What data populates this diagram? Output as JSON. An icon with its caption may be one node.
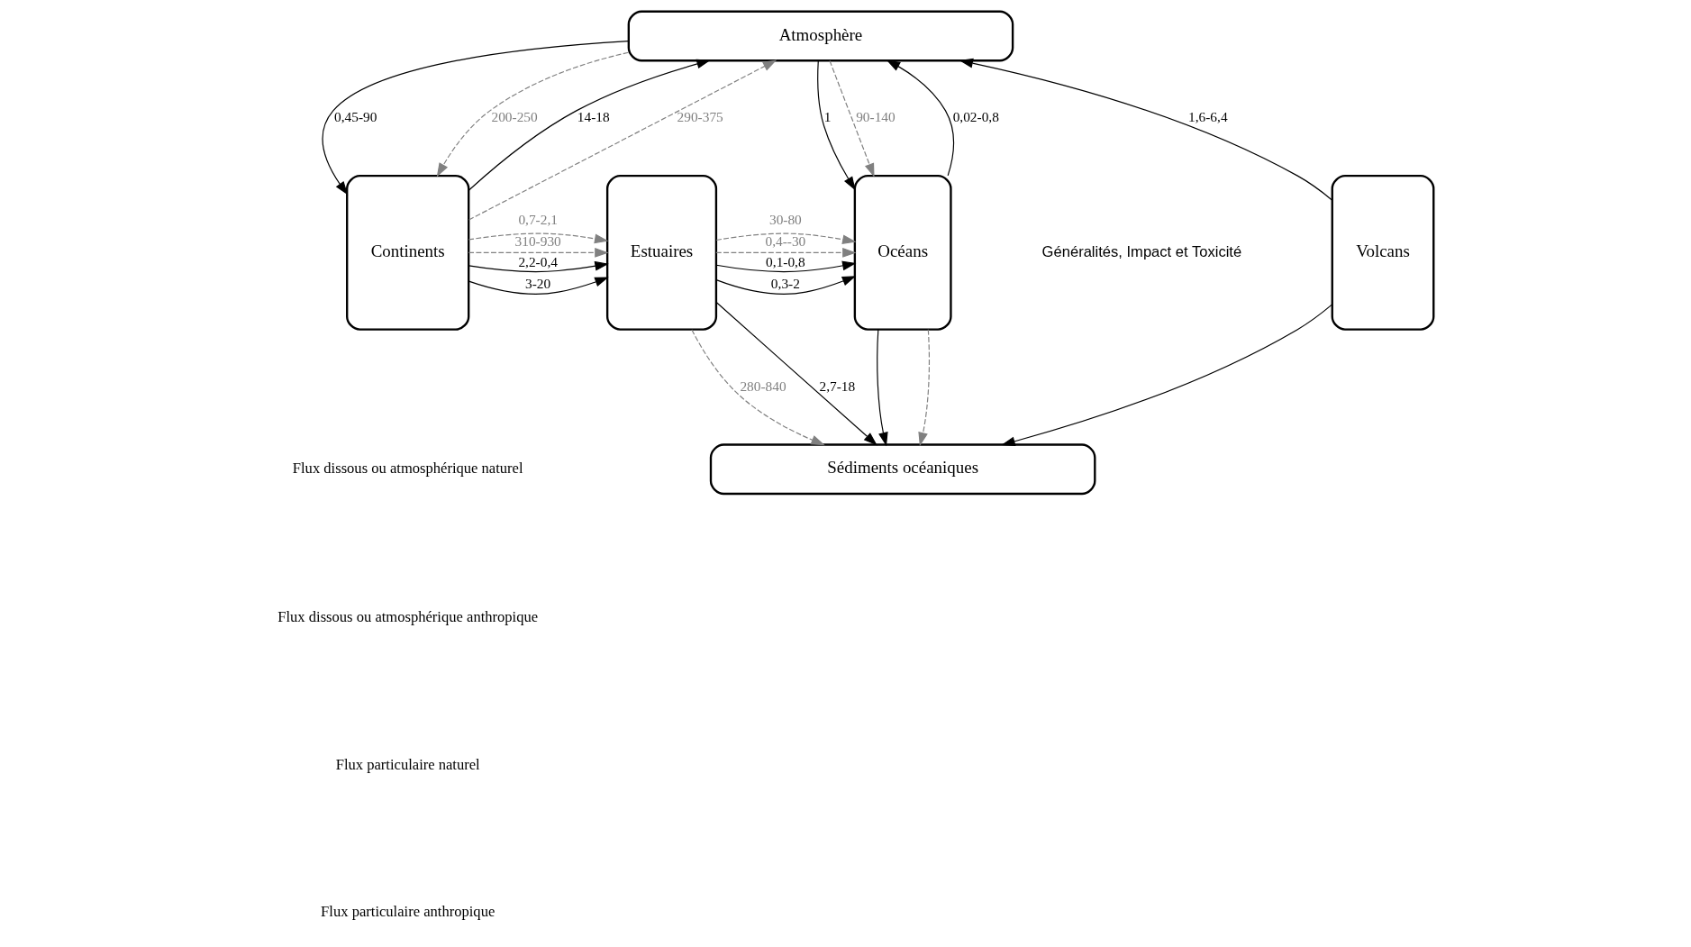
{
  "diagram": {
    "nodes": [
      {
        "text": [
          "Atmosphère"
        ]
      },
      {
        "text": [
          "Continents"
        ]
      },
      {
        "text": [
          "Estuaires"
        ]
      },
      {
        "text": [
          "Océans"
        ]
      },
      {
        "text": [
          "Volcans"
        ]
      },
      {
        "text": [
          "Sédiments océaniques"
        ]
      }
    ],
    "edges": [
      {
        "from": 1,
        "to": 0,
        "arrow": "to",
        "label": "14-18"
      },
      {
        "from": 1,
        "to": 0,
        "arrow": "to",
        "label": "290-375",
        "style": "dashed",
        "color": "#808080"
      },
      {
        "from": 0,
        "to": 1,
        "arrow": "to",
        "label": "0,45-90"
      },
      {
        "from": 0,
        "to": 1,
        "arrow": "to",
        "label": "200-250",
        "style": "dashed",
        "color": "#808080"
      },
      {
        "from": 1,
        "to": 2,
        "arrow": "to",
        "label": "2,2-0,4"
      },
      {
        "from": 1,
        "to": 2,
        "arrow": "to",
        "label": "0,7-2,1",
        "style": "dashed",
        "color": "#808080"
      },
      {
        "from": 1,
        "to": 2,
        "arrow": "to",
        "label": "310-930",
        "style": "dashed",
        "color": "#808080"
      },
      {
        "from": 1,
        "to": 2,
        "arrow": "to",
        "label": "3-20"
      },
      {
        "from": 2,
        "to": 3,
        "arrow": "to",
        "label": "0,1-0,8"
      },
      {
        "from": 2,
        "to": 3,
        "arrow": "to",
        "label": "0,4--30",
        "style": "dashed",
        "color": "#808080"
      },
      {
        "from": 2,
        "to": 3,
        "arrow": "to",
        "label": "30-80",
        "style": "dashed",
        "color": "#808080"
      },
      {
        "from": 2,
        "to": 3,
        "arrow": "to",
        "label": "0,3-2"
      },
      {
        "from": 3,
        "to": 0,
        "arrow": "to",
        "label": "0,02-0,8"
      },
      {
        "from": 0,
        "to": 3,
        "arrow": "to",
        "label": "1"
      },
      {
        "from": 0,
        "to": 3,
        "arrow": "to",
        "label": "90-140",
        "style": "dashed",
        "color": "#808080"
      },
      {
        "from": 4,
        "to": 0,
        "arrow": "to",
        "label": "1,6-6,4"
      },
      {
        "from": 2,
        "to": 5,
        "arrow": "to",
        "label": "2,7-18"
      },
      {
        "from": 2,
        "to": 5,
        "arrow": "to",
        "label": "280-840",
        "style": "dashed",
        "color": "#808080"
      },
      {
        "from": 3,
        "to": 5,
        "arrow": "to"
      },
      {
        "from": 3,
        "to": 5,
        "arrow": "to",
        "style": "dashed",
        "color": "#808080"
      },
      {
        "from": 4,
        "to": 5,
        "arrow": "to"
      }
    ],
    "labels": [
      "Généralités, Impact et Toxicité"
    ],
    "legend": [
      {
        "text": "Flux dissous ou atmosphérique naturel"
      },
      {
        "text": "Flux dissous ou atmosphérique anthropique"
      },
      {
        "text": "Flux particulaire naturel"
      },
      {
        "text": "Flux particulaire anthropique"
      }
    ]
  }
}
